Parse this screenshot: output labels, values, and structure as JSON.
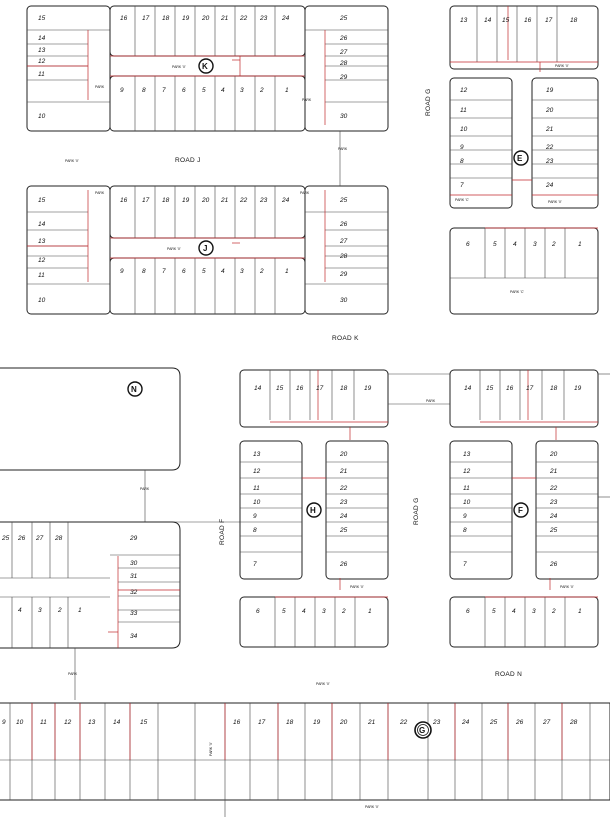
{
  "roads": {
    "road_j": "ROAD J",
    "road_k": "ROAD K",
    "road_g_upper": "ROAD G",
    "road_g_lower": "ROAD G",
    "road_f": "ROAD F",
    "road_n": "ROAD N"
  },
  "blocks": [
    "K",
    "J",
    "E",
    "N",
    "H",
    "F",
    "G"
  ],
  "small_labels": {
    "park": "PARK 'X'"
  },
  "colors": {
    "lot_line": "#444444",
    "accent": "#c0282b",
    "outline": "#222222"
  }
}
